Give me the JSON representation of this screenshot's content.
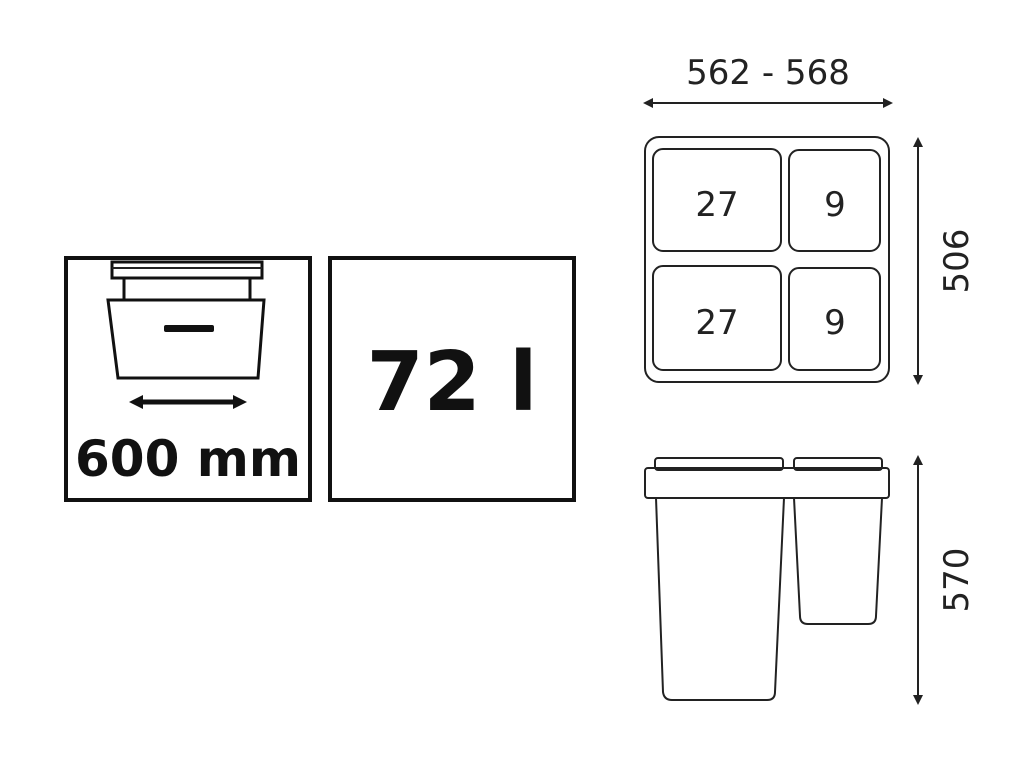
{
  "specs": {
    "cabinet_width": "600 mm",
    "volume": "72 l"
  },
  "dimensions": {
    "width": "562 - 568",
    "depth": "506",
    "height": "570"
  },
  "compartments": {
    "top_left": "27",
    "top_right": "9",
    "bottom_left": "27",
    "bottom_right": "9"
  },
  "icons": {
    "drawer": "drawer-icon",
    "arrow": "double-arrow-icon"
  }
}
